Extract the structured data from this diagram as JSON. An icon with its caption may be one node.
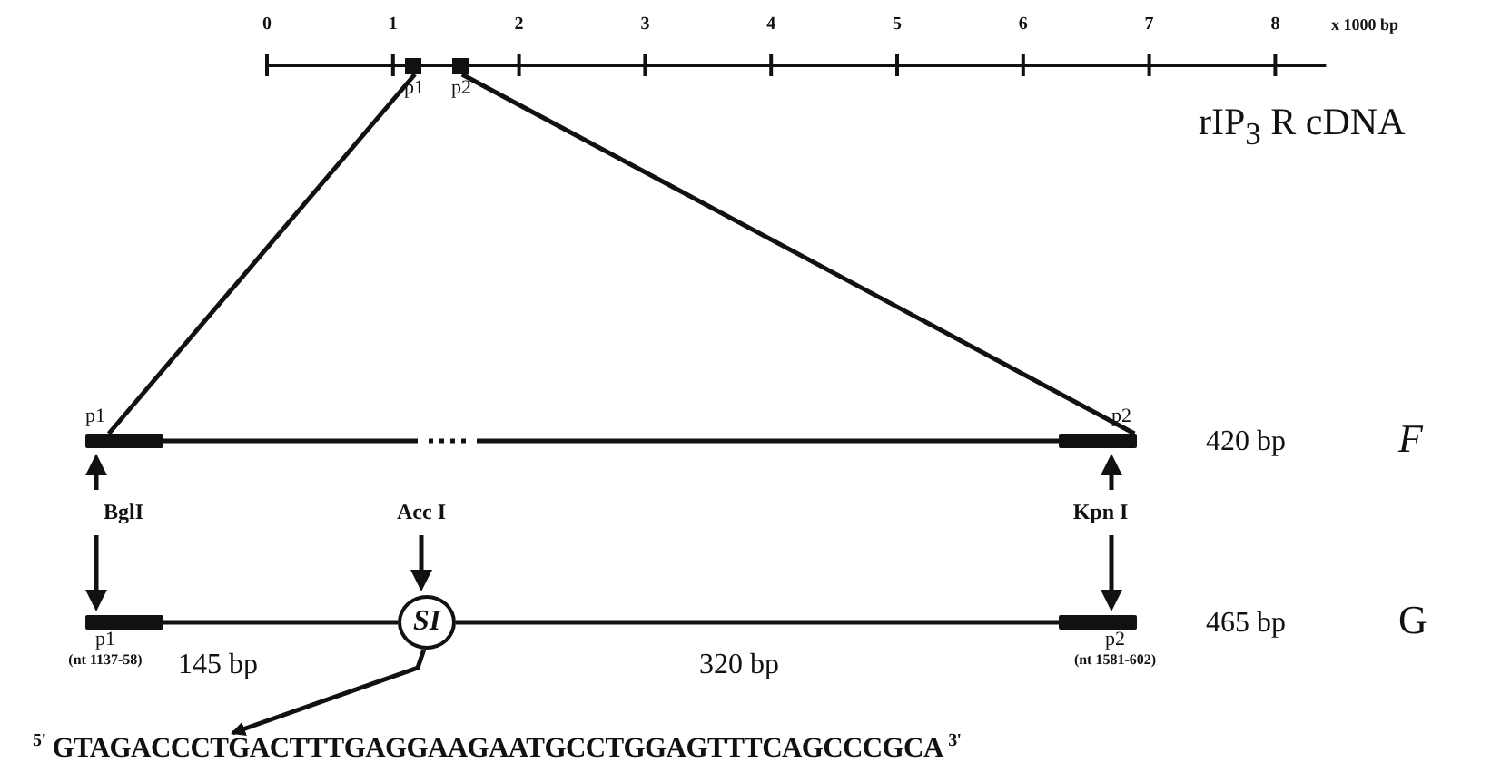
{
  "diagram": {
    "nodes": [
      {
        "text": [],
        "shape": "box"
      },
      {
        "text": [],
        "shape": "box"
      },
      {
        "text": [],
        "shape": "bar"
      },
      {
        "text": [],
        "shape": "bar"
      },
      {
        "text": [],
        "shape": "bar",
        "beside": [
          "p1",
          "(nt 1137-58)"
        ]
      },
      {
        "text": [],
        "shape": "bar",
        "beside": [
          "p2",
          "(nt 1581-602)"
        ]
      },
      {
        "text": [
          "SI"
        ],
        "beside": [
          "Acc I"
        ]
      },
      {
        "text": [
          "$^{5'}$ GTAGACCCTGACTTTGAGGAAGAATGCCTGGAGTTTCAGCCCGCA $^{3'}$"
        ]
      }
    ],
    "edges": [
      {
        "from": 0,
        "to": 2,
        "arrow": "none"
      },
      {
        "from": 1,
        "to": 3,
        "arrow": "none"
      },
      {
        "from": 6,
        "to": 7,
        "arrow": "to"
      },
      {
        "from": 2,
        "to": 3,
        "arrow": "none",
        "style": "dashed"
      },
      {
        "from": 4,
        "to": 6,
        "arrow": "none"
      },
      {
        "from": 6,
        "to": 5,
        "arrow": "none"
      }
    ],
    "labels": [
      "0",
      "1",
      "2",
      "3",
      "4",
      "5",
      "6",
      "7",
      "8",
      "x 1000 bp",
      "p1",
      "p2",
      "rIP$_{3}$ R cDNA",
      "p1",
      "p2",
      "420 bp",
      "F",
      "BglI",
      "Kpn I",
      "145 bp",
      "320 bp",
      "465 bp",
      "G"
    ]
  }
}
